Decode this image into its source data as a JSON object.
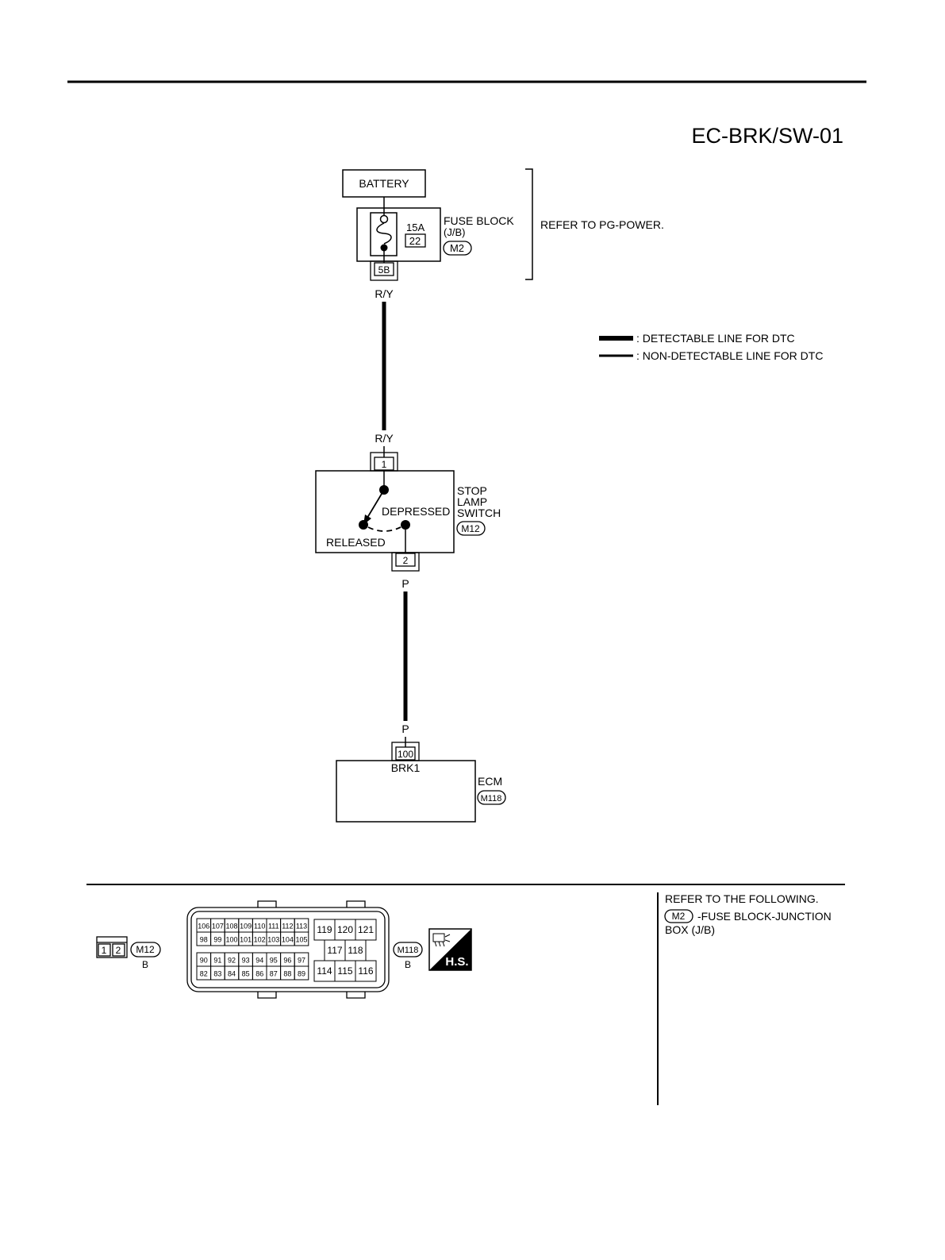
{
  "diagram_code": "EC-BRK/SW-01",
  "battery_label": "BATTERY",
  "fuse_block": {
    "label_line1": "FUSE BLOCK",
    "label_line2": "(J/B)",
    "connector": "M2",
    "amperage": "15A",
    "fuse_number": "22",
    "terminal": "5B"
  },
  "refer_note": "REFER TO PG-POWER.",
  "legend": {
    "detectable": ": DETECTABLE LINE FOR DTC",
    "non_detectable": ": NON-DETECTABLE LINE FOR DTC"
  },
  "wires": {
    "fuse_to_switch_top": "R/Y",
    "fuse_to_switch_bottom": "R/Y",
    "switch_to_ecm_top": "P",
    "switch_to_ecm_bottom": "P"
  },
  "stop_lamp_switch": {
    "label_line1": "STOP",
    "label_line2": "LAMP",
    "label_line3": "SWITCH",
    "connector": "M12",
    "terminal_in": "1",
    "terminal_out": "2",
    "state_depressed": "DEPRESSED",
    "state_released": "RELEASED"
  },
  "ecm": {
    "label": "ECM",
    "connector": "M118",
    "terminal": "100",
    "signal": "BRK1"
  },
  "connector_views": {
    "m12": {
      "pins": [
        "1",
        "2"
      ],
      "name": "M12",
      "color": "B"
    },
    "m118": {
      "name": "M118",
      "color": "B",
      "row1": [
        "106",
        "107",
        "108",
        "109",
        "110",
        "111",
        "112",
        "113"
      ],
      "row2": [
        "98",
        "99",
        "100",
        "101",
        "102",
        "103",
        "104",
        "105"
      ],
      "row3": [
        "90",
        "91",
        "92",
        "93",
        "94",
        "95",
        "96",
        "97"
      ],
      "row4": [
        "82",
        "83",
        "84",
        "85",
        "86",
        "87",
        "88",
        "89"
      ],
      "right_top": [
        "119",
        "120",
        "121"
      ],
      "right_mid": [
        "117",
        "118"
      ],
      "right_bottom": [
        "114",
        "115",
        "116"
      ]
    },
    "hs_badge": "H.S."
  },
  "refer_following": {
    "heading": "REFER TO THE FOLLOWING.",
    "connector": "M2",
    "text_line1": "-FUSE BLOCK-JUNCTION",
    "text_line2": "BOX (J/B)"
  }
}
